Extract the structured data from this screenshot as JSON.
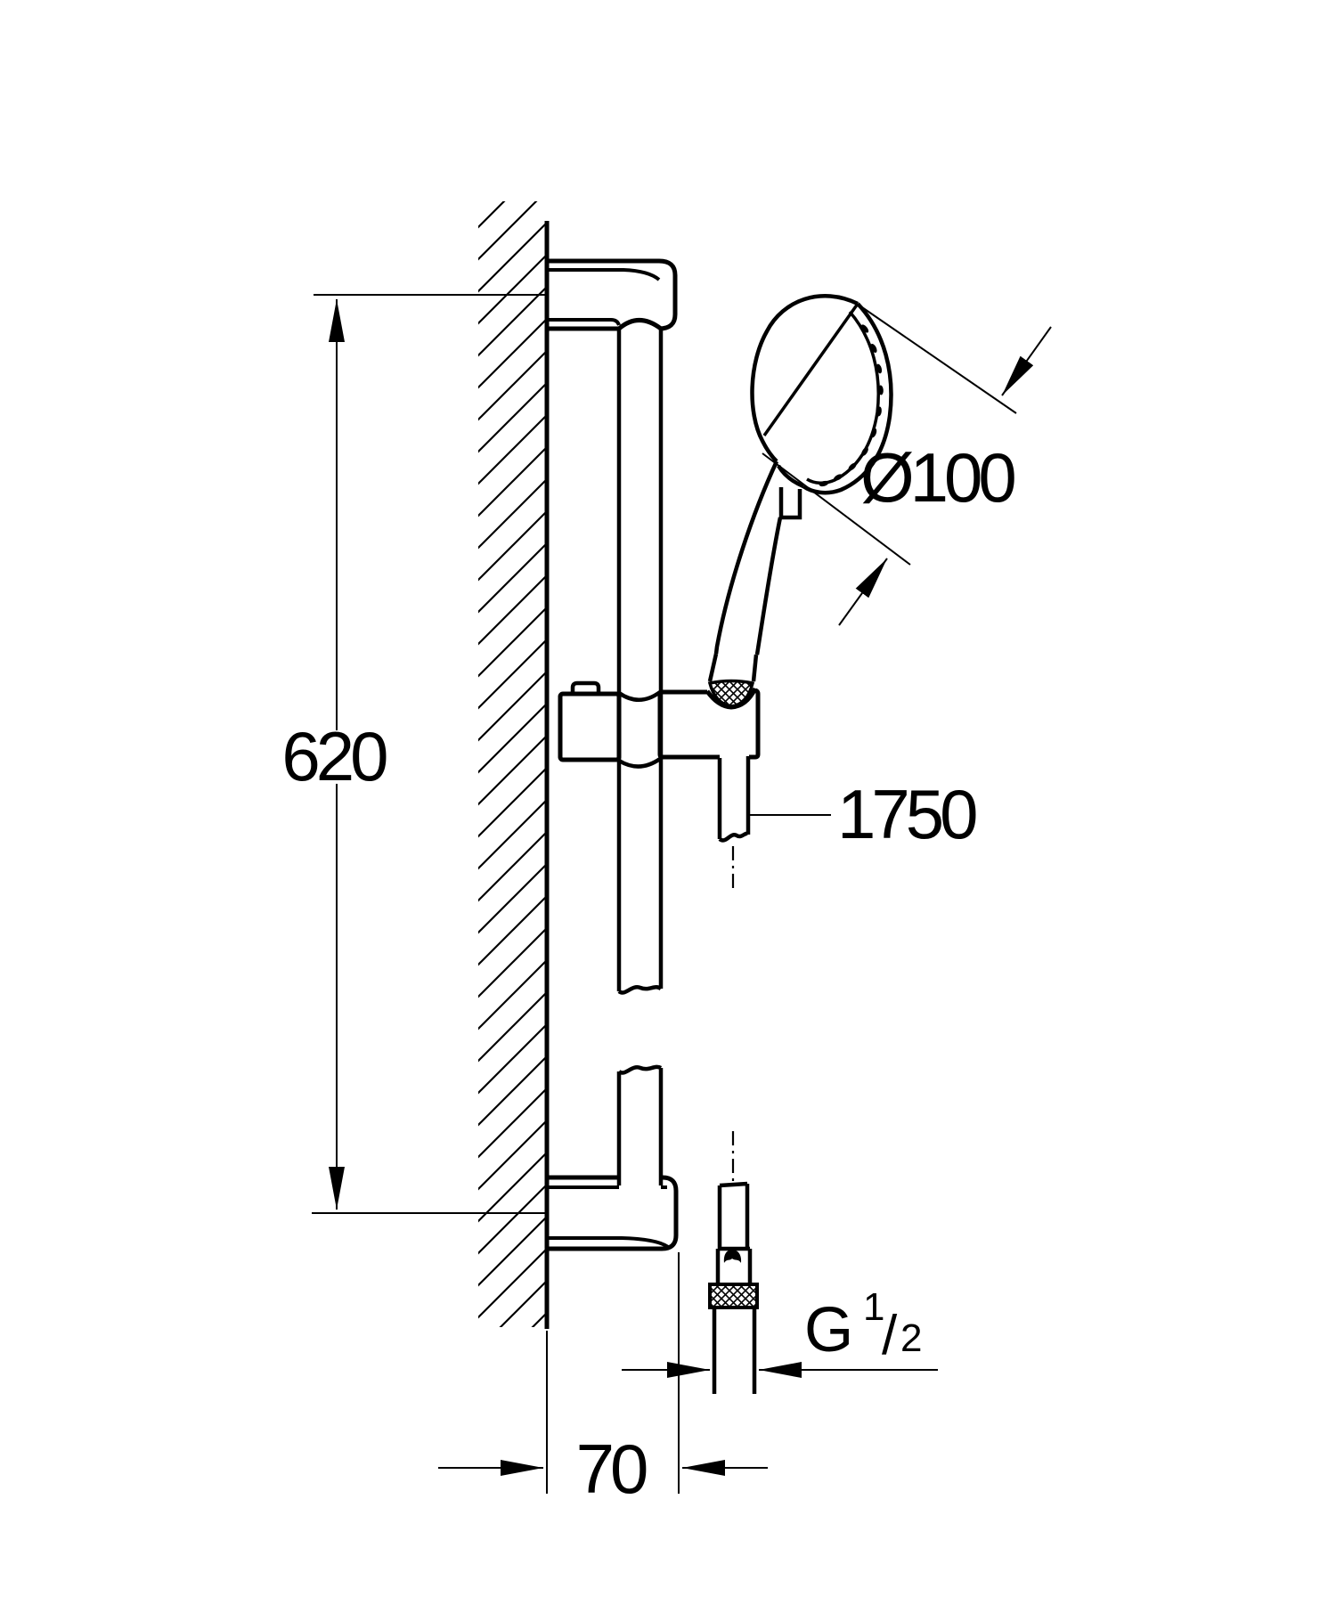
{
  "diagram": {
    "type": "technical-drawing",
    "subject": "shower-rail-set-side-view",
    "background_color": "#ffffff",
    "ink_color": "#000000",
    "labels": {
      "bar_height": "620",
      "hose_length": "1750",
      "head_diameter": "Ø100",
      "wall_distance": "70",
      "thread_letter": "G",
      "thread_numerator": "1",
      "thread_slash": "/",
      "thread_denominator": "2"
    }
  }
}
